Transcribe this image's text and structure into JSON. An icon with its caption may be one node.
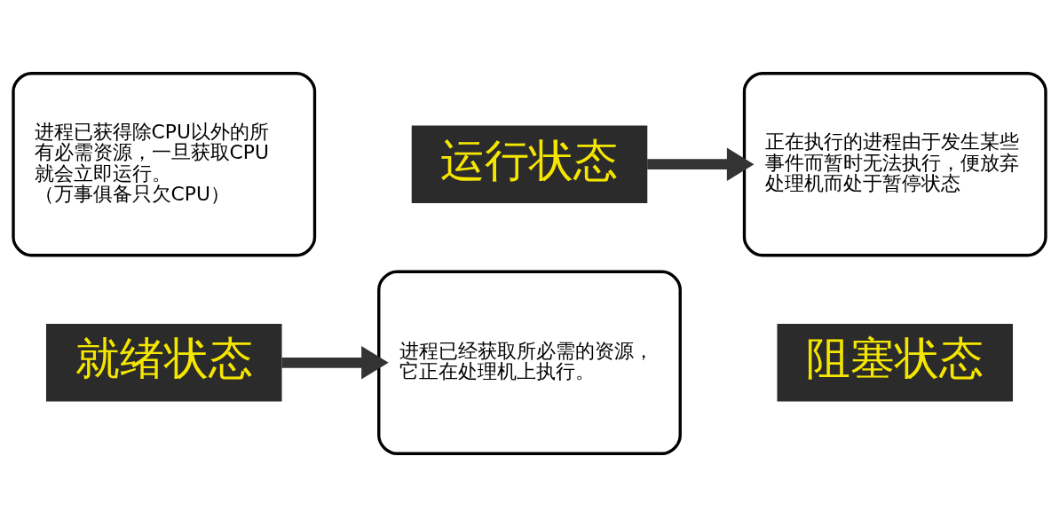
{
  "diagram": {
    "nodes": [
      {
        "text": [
          "进程已获得除CPU以外的所有必需资源，一旦获取CPU就会立即运行。",
          "（万事俱备只欠CPU）"
        ]
      },
      {
        "text": [
          "就绪状态"
        ]
      },
      {
        "text": [
          "进程已经获取所必需的资源，它正在处理机上执行。"
        ]
      },
      {
        "text": [
          "运行状态"
        ]
      },
      {
        "text": [
          "正在执行的进程由于发生某些事件而暂时无法执行，便放弃处理机而处于暂停状态"
        ]
      },
      {
        "text": [
          "阻塞状态"
        ]
      }
    ],
    "edges": [
      {
        "from": 1,
        "to": 2,
        "arrow": "to"
      },
      {
        "from": 3,
        "to": 4,
        "arrow": "to"
      }
    ]
  }
}
